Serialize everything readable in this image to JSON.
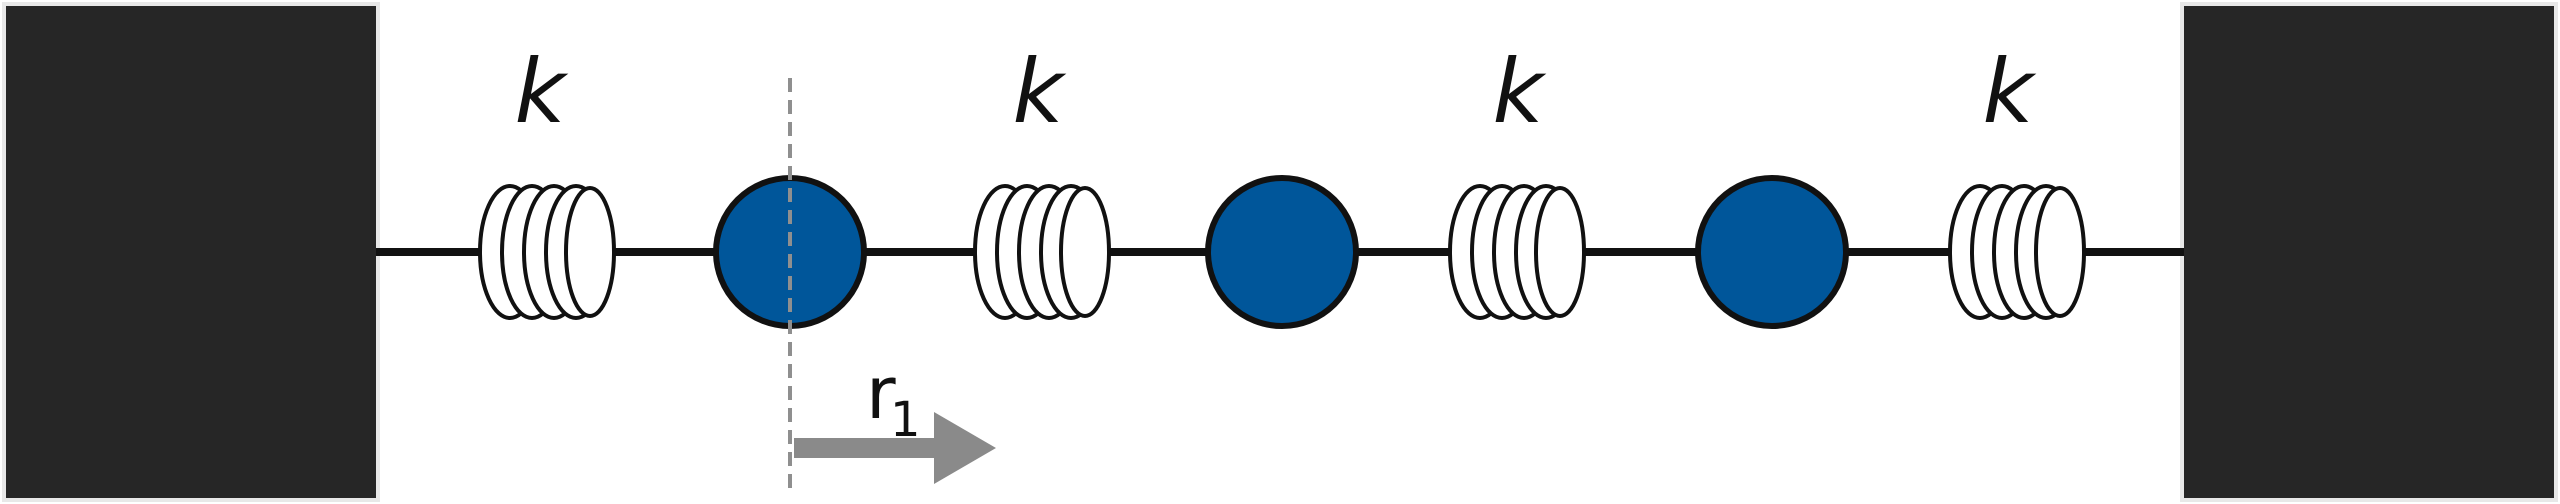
{
  "spring_label": "k",
  "displacement": {
    "symbol": "r",
    "subscript": "1"
  },
  "colors": {
    "wall": "#262626",
    "mass": "#00569A",
    "line": "#111111",
    "spring": "#111111",
    "marker": "#8f8f8f",
    "arrow": "#8a8a8a"
  }
}
